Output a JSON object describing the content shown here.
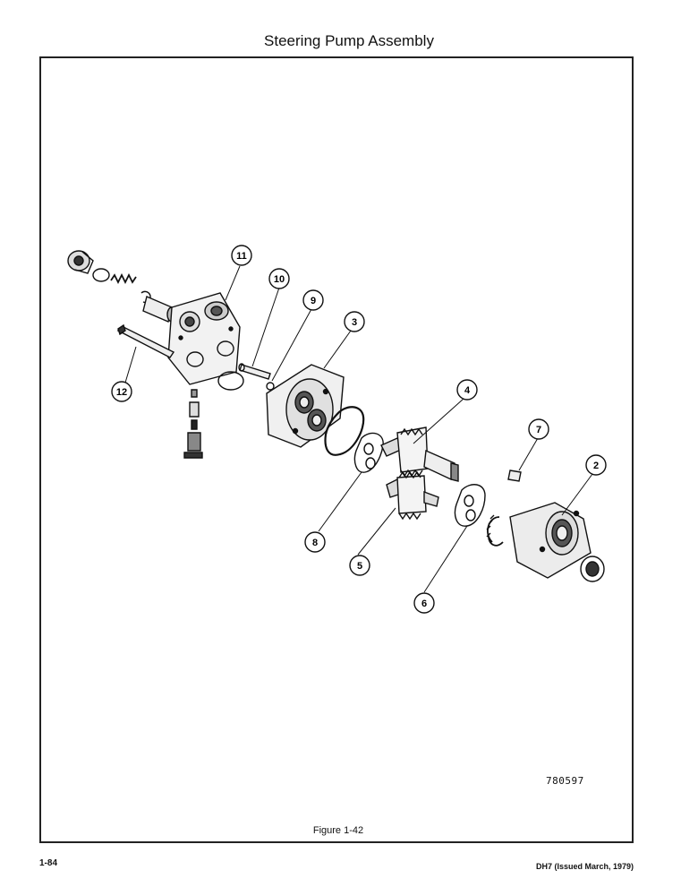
{
  "page": {
    "title": "Steering Pump Assembly",
    "caption": "Figure 1-42",
    "drawing_number": "780597",
    "page_number": "1-84",
    "issue_note": "DH7 (Issued March, 1979)"
  },
  "callouts": [
    {
      "id": "11",
      "label": "11"
    },
    {
      "id": "10",
      "label": "10"
    },
    {
      "id": "9",
      "label": "9"
    },
    {
      "id": "3",
      "label": "3"
    },
    {
      "id": "12",
      "label": "12"
    },
    {
      "id": "4",
      "label": "4"
    },
    {
      "id": "7",
      "label": "7"
    },
    {
      "id": "2",
      "label": "2"
    },
    {
      "id": "8",
      "label": "8"
    },
    {
      "id": "5",
      "label": "5"
    },
    {
      "id": "6",
      "label": "6"
    }
  ]
}
